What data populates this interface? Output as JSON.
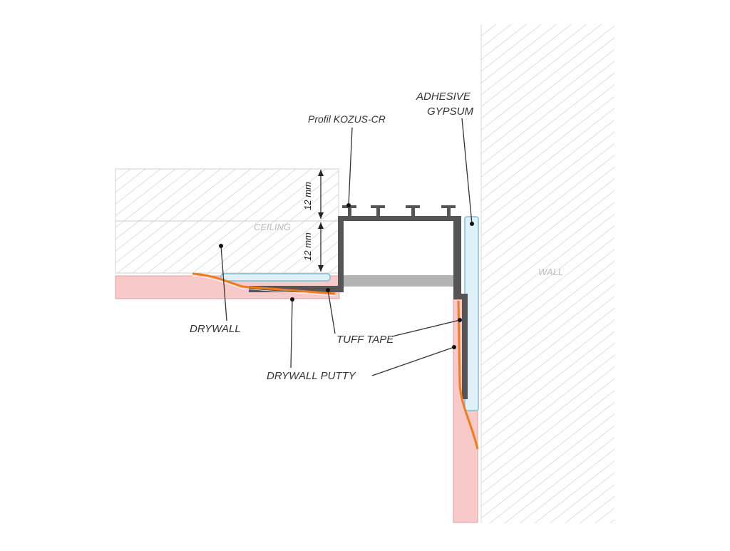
{
  "labels": {
    "profile": "Profil KOZUS-CR",
    "adhesive_line1": "ADHESIVE",
    "adhesive_line2": "GYPSUM",
    "ceiling": "CEILING",
    "wall": "WALL",
    "dim_upper": "12 mm",
    "dim_lower": "12 mm",
    "drywall": "DRYWALL",
    "tuff_tape": "TUFF TAPE",
    "drywall_putty": "DRYWALL PUTTY"
  },
  "colors": {
    "hatch": "#c9c9c9",
    "profile": "#555555",
    "drywall_fill": "#f7c9c9",
    "drywall_edge": "#e6a0a0",
    "putty": "#ee7d1c",
    "adhesive_fill": "#dff0f8",
    "adhesive_edge": "#7cbfd8",
    "gap_bar": "#b3b3b3"
  }
}
